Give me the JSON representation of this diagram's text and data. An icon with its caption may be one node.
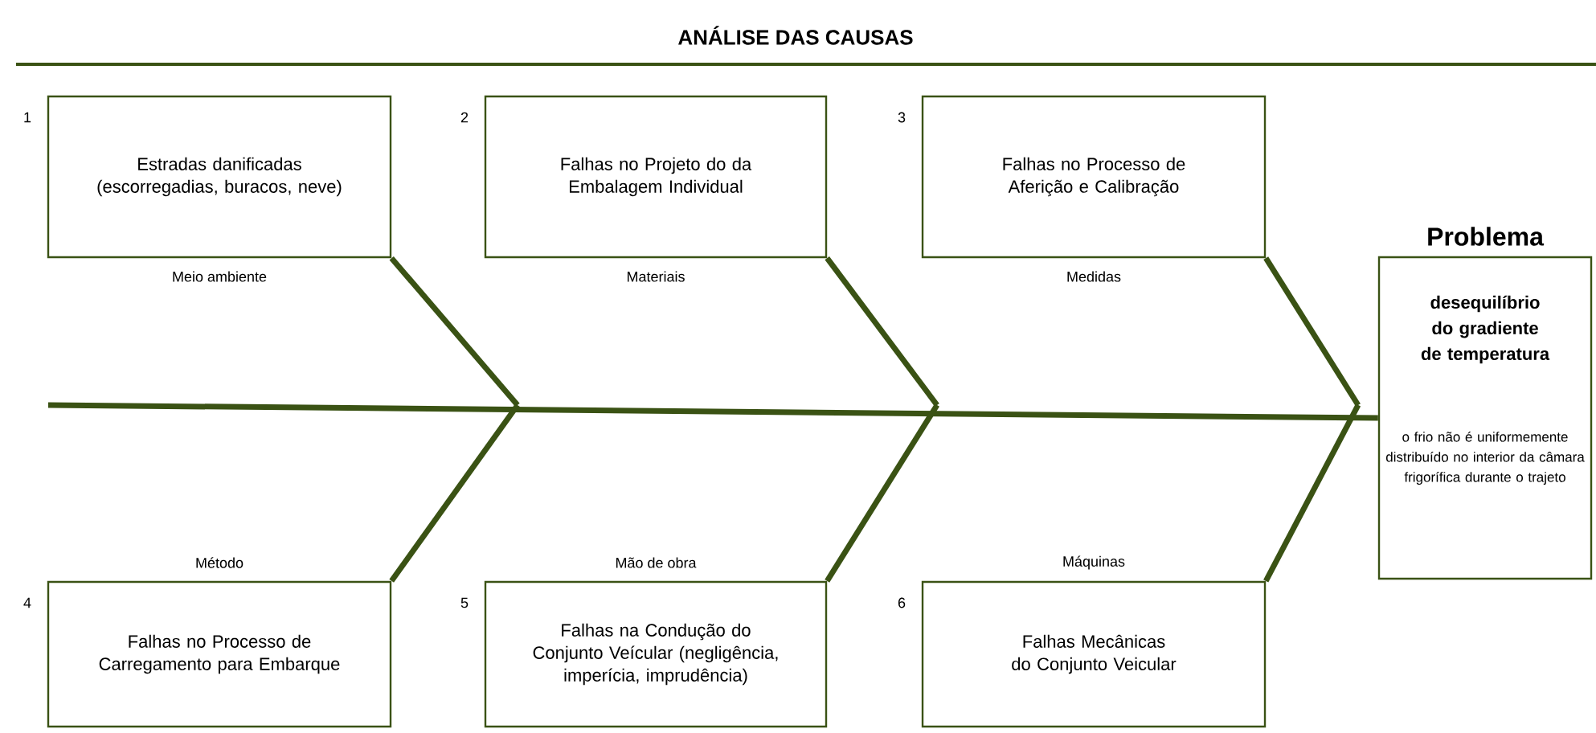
{
  "diagram": {
    "title": "ANÁLISE DAS CAUSAS",
    "nodes": [
      {
        "text": [
          "Estradas danificadas (escorregadias, buracos, neve)"
        ],
        "beside": [
          "1",
          "Meio ambiente"
        ]
      },
      {
        "text": [
          "Falhas no Projeto do da Embalagem Individual"
        ],
        "beside": [
          "2",
          "Materiais"
        ]
      },
      {
        "text": [
          "Falhas no Processo de Aferição e Calibração"
        ],
        "beside": [
          "3",
          "Medidas"
        ]
      },
      {
        "text": [
          "Falhas no Processo de Carregamento para Embarque"
        ],
        "beside": [
          "4",
          "Método"
        ]
      },
      {
        "text": [
          "Falhas na Condução do Conjunto Veícular (negligência, imperícia, imprudência)"
        ],
        "beside": [
          "5",
          "Mão de obra"
        ]
      },
      {
        "text": [
          "Falhas Mecânicas do Conjunto Veicular"
        ],
        "beside": [
          "6",
          "Máquinas"
        ]
      },
      {
        "text": [
          "Problema",
          "desequilíbrio do gradiente de temperatura",
          "o frio não é uniformemente distribuído no interior da câmara frigorífica durante o trajeto"
        ]
      }
    ],
    "edges": [
      {
        "from": null,
        "to": 6,
        "arrow": "none"
      },
      {
        "from": 0,
        "to": null,
        "arrow": "none"
      },
      {
        "from": 1,
        "to": null,
        "arrow": "none"
      },
      {
        "from": 2,
        "to": null,
        "arrow": "none"
      },
      {
        "from": 3,
        "to": null,
        "arrow": "none"
      },
      {
        "from": 4,
        "to": null,
        "arrow": "none"
      },
      {
        "from": 5,
        "to": null,
        "arrow": "none"
      }
    ]
  }
}
